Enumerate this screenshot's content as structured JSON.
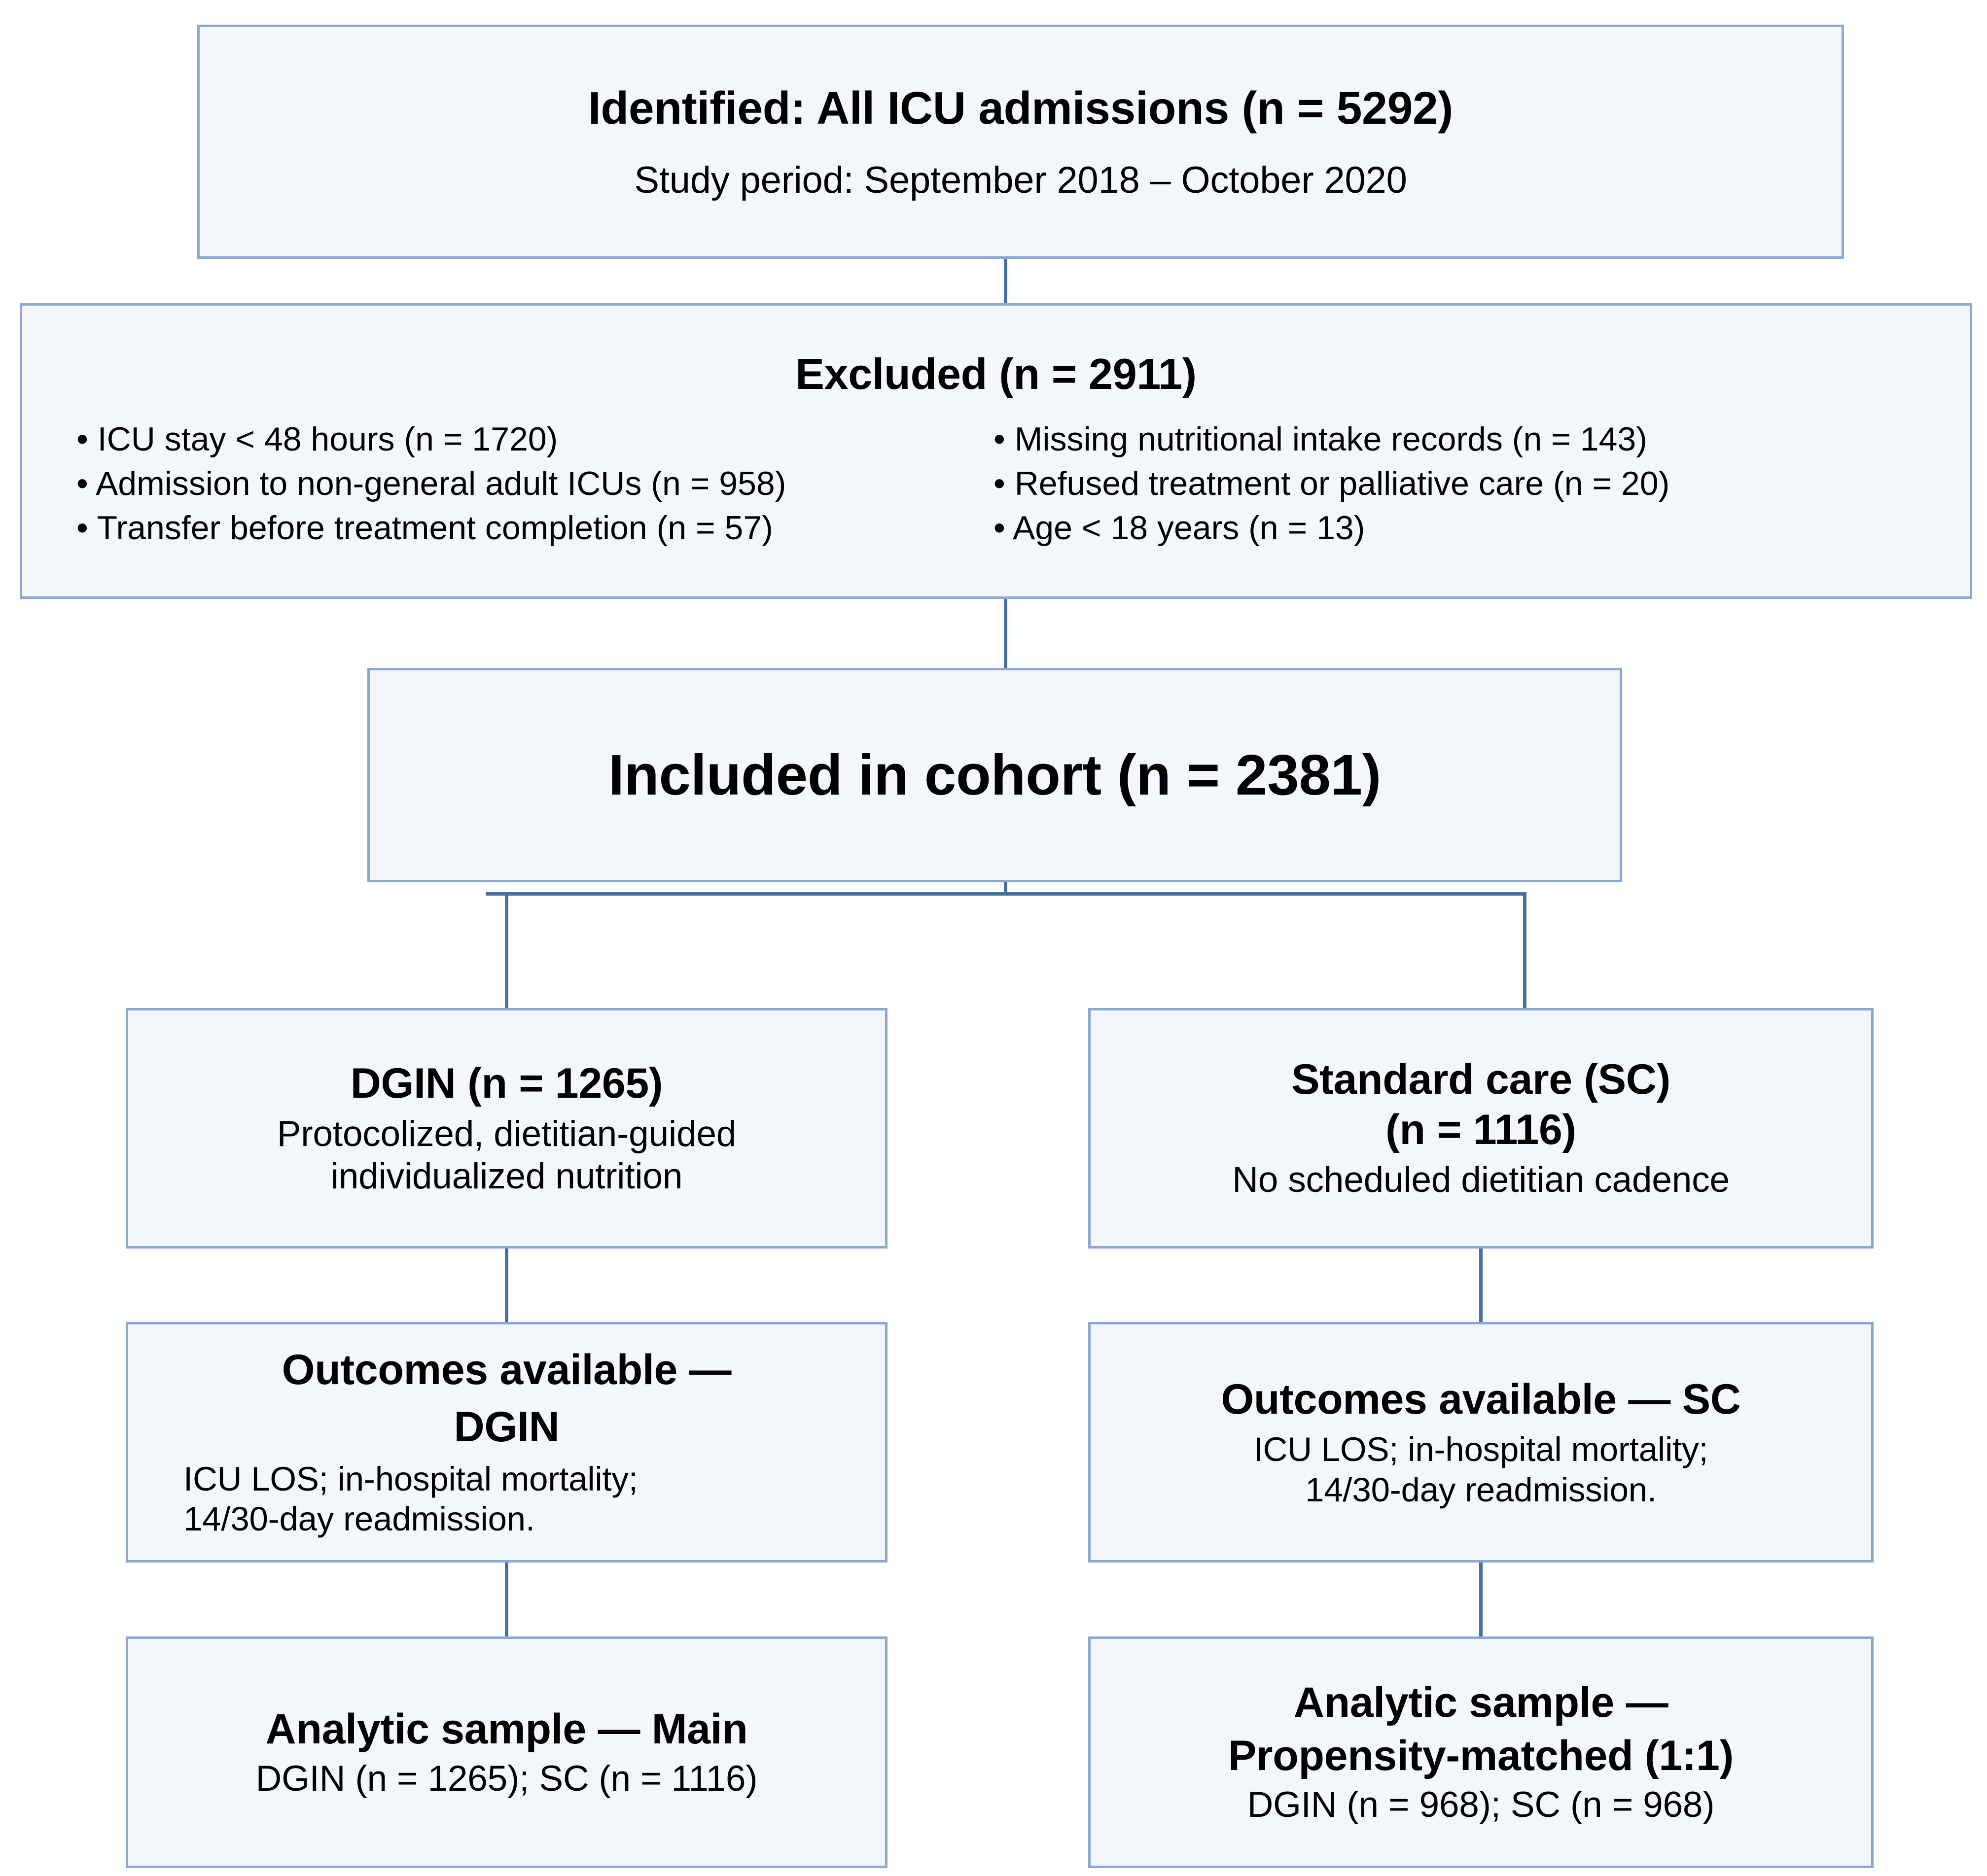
{
  "diagram": {
    "type": "study-flow-diagram",
    "accent_border_color": "#8CA8CF",
    "connector_color": "#46709E",
    "box_fill_color": "#F3F6FB",
    "text_color": "#000000"
  },
  "identified": {
    "title": "Identified: All ICU admissions (n = 5292)",
    "subtitle": "Study period: September 2018 – October 2020"
  },
  "excluded": {
    "title": "Excluded (n = 2911)",
    "reasons_left": [
      "• ICU stay < 48 hours (n = 1720)",
      "• Admission to non-general adult ICUs (n = 958)",
      "• Transfer before treatment completion  (n = 57)"
    ],
    "reasons_right": [
      "• Missing nutritional  intake records (n = 143)",
      "• Refused treatment or palliative  care (n = 20)",
      "• Age < 18 years (n = 13)"
    ]
  },
  "included": {
    "title": "Included in cohort (n = 2381)"
  },
  "arms": {
    "dgin": {
      "title": "DGIN (n = 1265)",
      "line1": "Protocolized, dietitian-guided",
      "line2": "individualized nutrition"
    },
    "sc": {
      "title_line1": "Standard care (SC)",
      "title_line2": "(n = 1116)",
      "line1": "No scheduled dietitian cadence"
    }
  },
  "outcomes": {
    "dgin": {
      "title_line1": "Outcomes available —",
      "title_line2": "DGIN",
      "line1": "ICU LOS; in-hospital  mortality;",
      "line2": "14/30-day readmission."
    },
    "sc": {
      "title": "Outcomes available — SC",
      "line1": "ICU LOS; in-hospital  mortality;",
      "line2": "14/30-day readmission."
    }
  },
  "analytic": {
    "main": {
      "title": "Analytic sample — Main",
      "line1": "DGIN (n = 1265); SC (n = 1116)"
    },
    "propensity": {
      "title_line1": "Analytic sample —",
      "title_line2": "Propensity-matched (1:1)",
      "line1": "DGIN (n = 968); SC (n = 968)"
    }
  },
  "chart_data": {
    "type": "table",
    "title": "CONSORT-style patient flow",
    "nodes": [
      {
        "id": "identified",
        "label": "Identified: All ICU admissions",
        "n": 5292
      },
      {
        "id": "excluded",
        "label": "Excluded",
        "n": 2911
      },
      {
        "id": "included",
        "label": "Included in cohort",
        "n": 2381
      },
      {
        "id": "dgin",
        "label": "DGIN",
        "n": 1265
      },
      {
        "id": "sc",
        "label": "Standard care (SC)",
        "n": 1116
      },
      {
        "id": "analytic-main-dgin",
        "label": "Analytic sample — Main, DGIN",
        "n": 1265
      },
      {
        "id": "analytic-main-sc",
        "label": "Analytic sample — Main, SC",
        "n": 1116
      },
      {
        "id": "analytic-psm-dgin",
        "label": "Analytic sample — Propensity-matched, DGIN",
        "n": 968
      },
      {
        "id": "analytic-psm-sc",
        "label": "Analytic sample — Propensity-matched, SC",
        "n": 968
      }
    ],
    "exclusion_reasons": [
      {
        "reason": "ICU stay < 48 hours",
        "n": 1720
      },
      {
        "reason": "Admission to non-general adult ICUs",
        "n": 958
      },
      {
        "reason": "Transfer before treatment completion",
        "n": 57
      },
      {
        "reason": "Missing nutritional intake records",
        "n": 143
      },
      {
        "reason": "Refused treatment or palliative care",
        "n": 20
      },
      {
        "reason": "Age < 18 years",
        "n": 13
      }
    ],
    "edges": [
      [
        "identified",
        "excluded"
      ],
      [
        "identified",
        "included"
      ],
      [
        "included",
        "dgin"
      ],
      [
        "included",
        "sc"
      ],
      [
        "dgin",
        "outcomes-dgin"
      ],
      [
        "sc",
        "outcomes-sc"
      ],
      [
        "outcomes-dgin",
        "analytic-main"
      ],
      [
        "outcomes-sc",
        "analytic-psm"
      ]
    ]
  }
}
